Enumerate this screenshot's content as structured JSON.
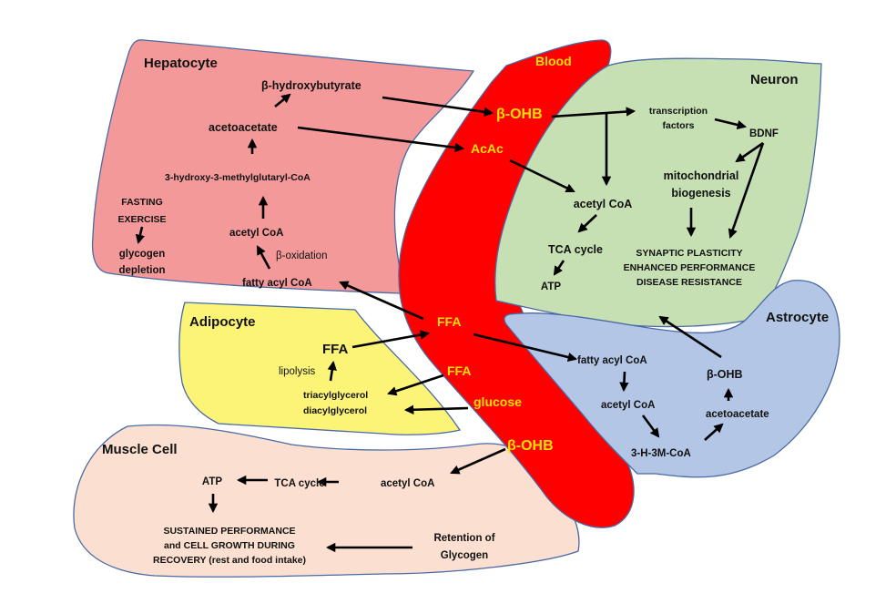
{
  "colors": {
    "hepatocyte": "#f4999a",
    "blood": "#fe0000",
    "neuron": "#c6dfb3",
    "astrocyte": "#b3c6e6",
    "adipocyte": "#fcf477",
    "muscle": "#fbe0d1",
    "outline": "#4a6aa5",
    "blood_text": "#ffe000"
  },
  "cells": {
    "hepatocyte": {
      "title": "Hepatocyte",
      "bhb": "β-hydroxybutyrate",
      "acetoacetate": "acetoacetate",
      "hmg": "3-hydroxy-3-methylglutaryl-CoA",
      "fasting": "FASTING",
      "exercise": "EXERCISE",
      "glycogen": "glycogen",
      "depletion": "depletion",
      "acetyl_coa": "acetyl CoA",
      "beta_ox": "β-oxidation",
      "fatty_acyl": "fatty acyl CoA"
    },
    "blood": {
      "title": "Blood",
      "bohb": "β-OHB",
      "acac": "AcAc",
      "ffa1": "FFA",
      "ffa2": "FFA",
      "glucose": "glucose",
      "bohb2": "β-OHB"
    },
    "neuron": {
      "title": "Neuron",
      "tf1": "transcription",
      "tf2": "factors",
      "bdnf": "BDNF",
      "mito1": "mitochondrial",
      "mito2": "biogenesis",
      "acetyl_coa": "acetyl CoA",
      "tca": "TCA cycle",
      "atp": "ATP",
      "out1": "SYNAPTIC PLASTICITY",
      "out2": "ENHANCED PERFORMANCE",
      "out3": "DISEASE RESISTANCE"
    },
    "astrocyte": {
      "title": "Astrocyte",
      "fatty_acyl": "fatty acyl CoA",
      "acetyl_coa": "acetyl CoA",
      "hmg": "3-H-3M-CoA",
      "acetoacetate": "acetoacetate",
      "bohb": "β-OHB"
    },
    "adipocyte": {
      "title": "Adipocyte",
      "ffa": "FFA",
      "lipolysis": "lipolysis",
      "tag": "triacylglycerol",
      "dag": "diacylglycerol"
    },
    "muscle": {
      "title": "Muscle Cell",
      "atp": "ATP",
      "tca": "TCA cycle",
      "acetyl_coa": "acetyl CoA",
      "out1": "SUSTAINED PERFORMANCE",
      "out2": "and CELL GROWTH DURING",
      "out3": "RECOVERY (rest and food intake)",
      "ret1": "Retention of",
      "ret2": "Glycogen"
    }
  }
}
